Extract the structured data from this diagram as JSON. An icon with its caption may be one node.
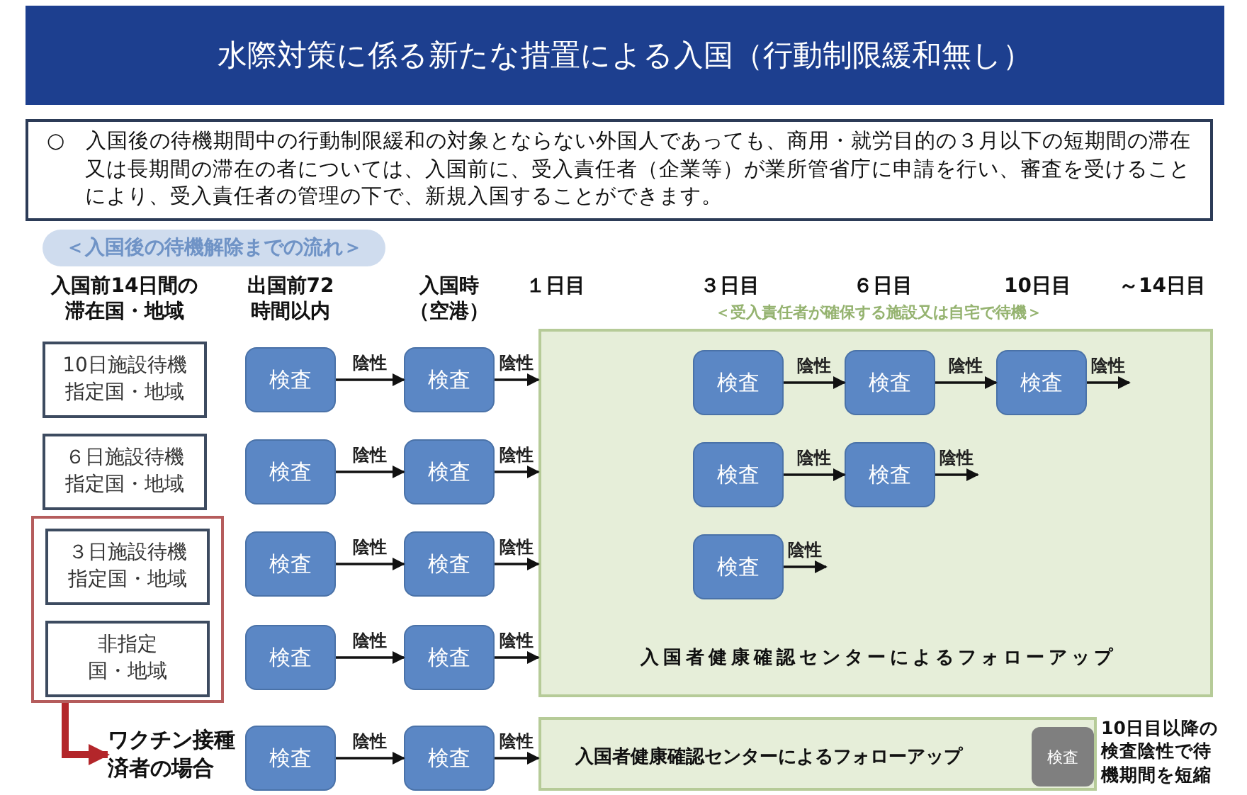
{
  "diagram": {
    "title": "水際対策に係る新たな措置による入国（行動制限緩和無し）",
    "nodes": [
      {
        "text": [
          "○　入国後の待機期間中の行動制限緩和の対象とならない外国人であっても、商用・就労目的の３月以下の短期間の滞在又は長期間の滞在の者については、入国前に、受入責任者（企業等）が業所管省庁に申請を行い、審査を受けることにより、受入責任者の管理の下で、新規入国することができます。"
        ]
      },
      {
        "text": [
          "＜入国後の待機解除までの流れ＞"
        ]
      },
      {
        "text": [
          "10日施設待機指定国・地域"
        ]
      },
      {
        "text": [
          "検査"
        ]
      },
      {
        "text": [
          "検査"
        ]
      },
      {
        "text": [
          "＜受入責任者が確保する施設又は自宅で待機＞",
          "入国者健康確認センターによるフォローアップ"
        ]
      },
      {
        "text": [
          "検査"
        ],
        "in": 5
      },
      {
        "text": [
          "検査"
        ],
        "in": 5
      },
      {
        "text": [
          "検査"
        ],
        "in": 5
      },
      {
        "text": [
          "６日施設待機指定国・地域"
        ]
      },
      {
        "text": [
          "検査"
        ]
      },
      {
        "text": [
          "検査"
        ]
      },
      {
        "text": [
          "検査"
        ],
        "in": 5
      },
      {
        "text": [
          "検査"
        ],
        "in": 5
      },
      {
        "text": [],
        "shape": "box"
      },
      {
        "text": [
          "３日施設待機指定国・地域"
        ],
        "in": 14
      },
      {
        "text": [
          "検査"
        ]
      },
      {
        "text": [
          "検査"
        ]
      },
      {
        "text": [
          "検査"
        ],
        "in": 5
      },
      {
        "text": [
          "非指定国・地域"
        ],
        "in": 14
      },
      {
        "text": [
          "検査"
        ]
      },
      {
        "text": [
          "検査"
        ]
      },
      {
        "text": [
          "ワクチン接種済者の場合"
        ]
      },
      {
        "text": [
          "検査"
        ]
      },
      {
        "text": [
          "検査"
        ]
      },
      {
        "text": [
          "入国者健康確認センターによるフォローアップ"
        ]
      },
      {
        "text": [
          "検査"
        ],
        "in": 25,
        "beside": [
          "10日目以降の検査陰性で待機期間を短縮"
        ]
      }
    ],
    "edges": [
      {
        "from": 3,
        "to": 4,
        "arrow": "to",
        "label": "陰性"
      },
      {
        "from": 4,
        "to": 5,
        "arrow": "to",
        "label": "陰性"
      },
      {
        "from": 6,
        "to": 7,
        "arrow": "to",
        "label": "陰性"
      },
      {
        "from": 7,
        "to": 8,
        "arrow": "to",
        "label": "陰性"
      },
      {
        "from": 8,
        "to": null,
        "arrow": "to",
        "label": "陰性"
      },
      {
        "from": 10,
        "to": 11,
        "arrow": "to",
        "label": "陰性"
      },
      {
        "from": 11,
        "to": 5,
        "arrow": "to",
        "label": "陰性"
      },
      {
        "from": 12,
        "to": 13,
        "arrow": "to",
        "label": "陰性"
      },
      {
        "from": 13,
        "to": null,
        "arrow": "to",
        "label": "陰性"
      },
      {
        "from": 16,
        "to": 17,
        "arrow": "to",
        "label": "陰性"
      },
      {
        "from": 17,
        "to": 5,
        "arrow": "to",
        "label": "陰性"
      },
      {
        "from": 18,
        "to": null,
        "arrow": "to",
        "label": "陰性"
      },
      {
        "from": 20,
        "to": 21,
        "arrow": "to",
        "label": "陰性"
      },
      {
        "from": 21,
        "to": 5,
        "arrow": "to",
        "label": "陰性"
      },
      {
        "from": 14,
        "to": 22,
        "arrow": "to",
        "style": "thick",
        "color": "#b3262a"
      },
      {
        "from": 23,
        "to": 24,
        "arrow": "to",
        "label": "陰性"
      },
      {
        "from": 24,
        "to": 25,
        "arrow": "to",
        "label": "陰性"
      }
    ],
    "labels": [
      "入国前14日間の滞在国・地域",
      "出国前72時間以内",
      "入国時（空港）",
      "１日目",
      "３日目",
      "６日目",
      "10日目",
      "～14日目"
    ]
  }
}
